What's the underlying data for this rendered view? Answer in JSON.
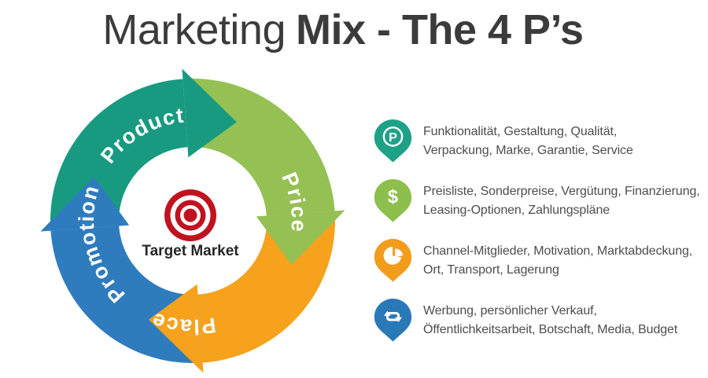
{
  "title": {
    "light": "Marketing",
    "bold": "Mix - The 4 P’s"
  },
  "diagram": {
    "center_label": "Target Market",
    "target_color": "#c1121f",
    "segments": [
      {
        "label": "Product",
        "color": "#189a81"
      },
      {
        "label": "Price",
        "color": "#95c053"
      },
      {
        "label": "Place",
        "color": "#f6a21d"
      },
      {
        "label": "Promotion",
        "color": "#2e7cbe"
      }
    ]
  },
  "items": [
    {
      "icon": "product-pin-icon",
      "pin_color": "#1ea287",
      "letter": "P",
      "line1": "Funktionalität, Gestaltung, Qualität,",
      "line2": "Verpackung, Marke, Garantie, Service"
    },
    {
      "icon": "price-pin-icon",
      "pin_color": "#8cbf4b",
      "symbol": "$",
      "line1": "Preisliste, Sonderpreise, Vergütung, Finanzierung,",
      "line2": "Leasing-Optionen, Zahlungspläne"
    },
    {
      "icon": "place-pin-icon",
      "pin_color": "#f19c1b",
      "line1": "Channel-Mitglieder, Motivation, Marktabdeckung,",
      "line2": "Ort, Transport, Lagerung"
    },
    {
      "icon": "promotion-pin-icon",
      "pin_color": "#2a79b7",
      "line1": "Werbung, persönlicher Verkauf,",
      "line2": "Öffentlichkeitsarbeit, Botschaft, Media, Budget"
    }
  ]
}
